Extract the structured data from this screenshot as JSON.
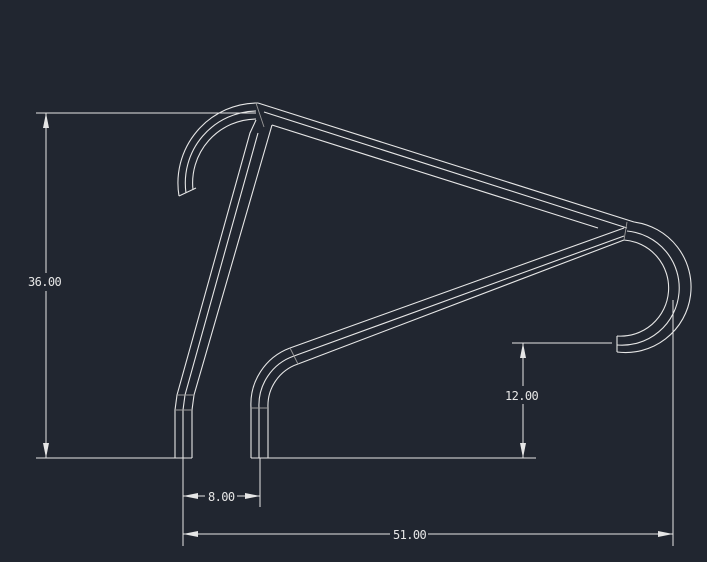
{
  "dimensions": {
    "height_overall": "36.00",
    "height_end": "12.00",
    "leg_spacing": "8.00",
    "overall_width": "51.00"
  },
  "colors": {
    "background": "#212630",
    "line": "#e6e6e6"
  }
}
